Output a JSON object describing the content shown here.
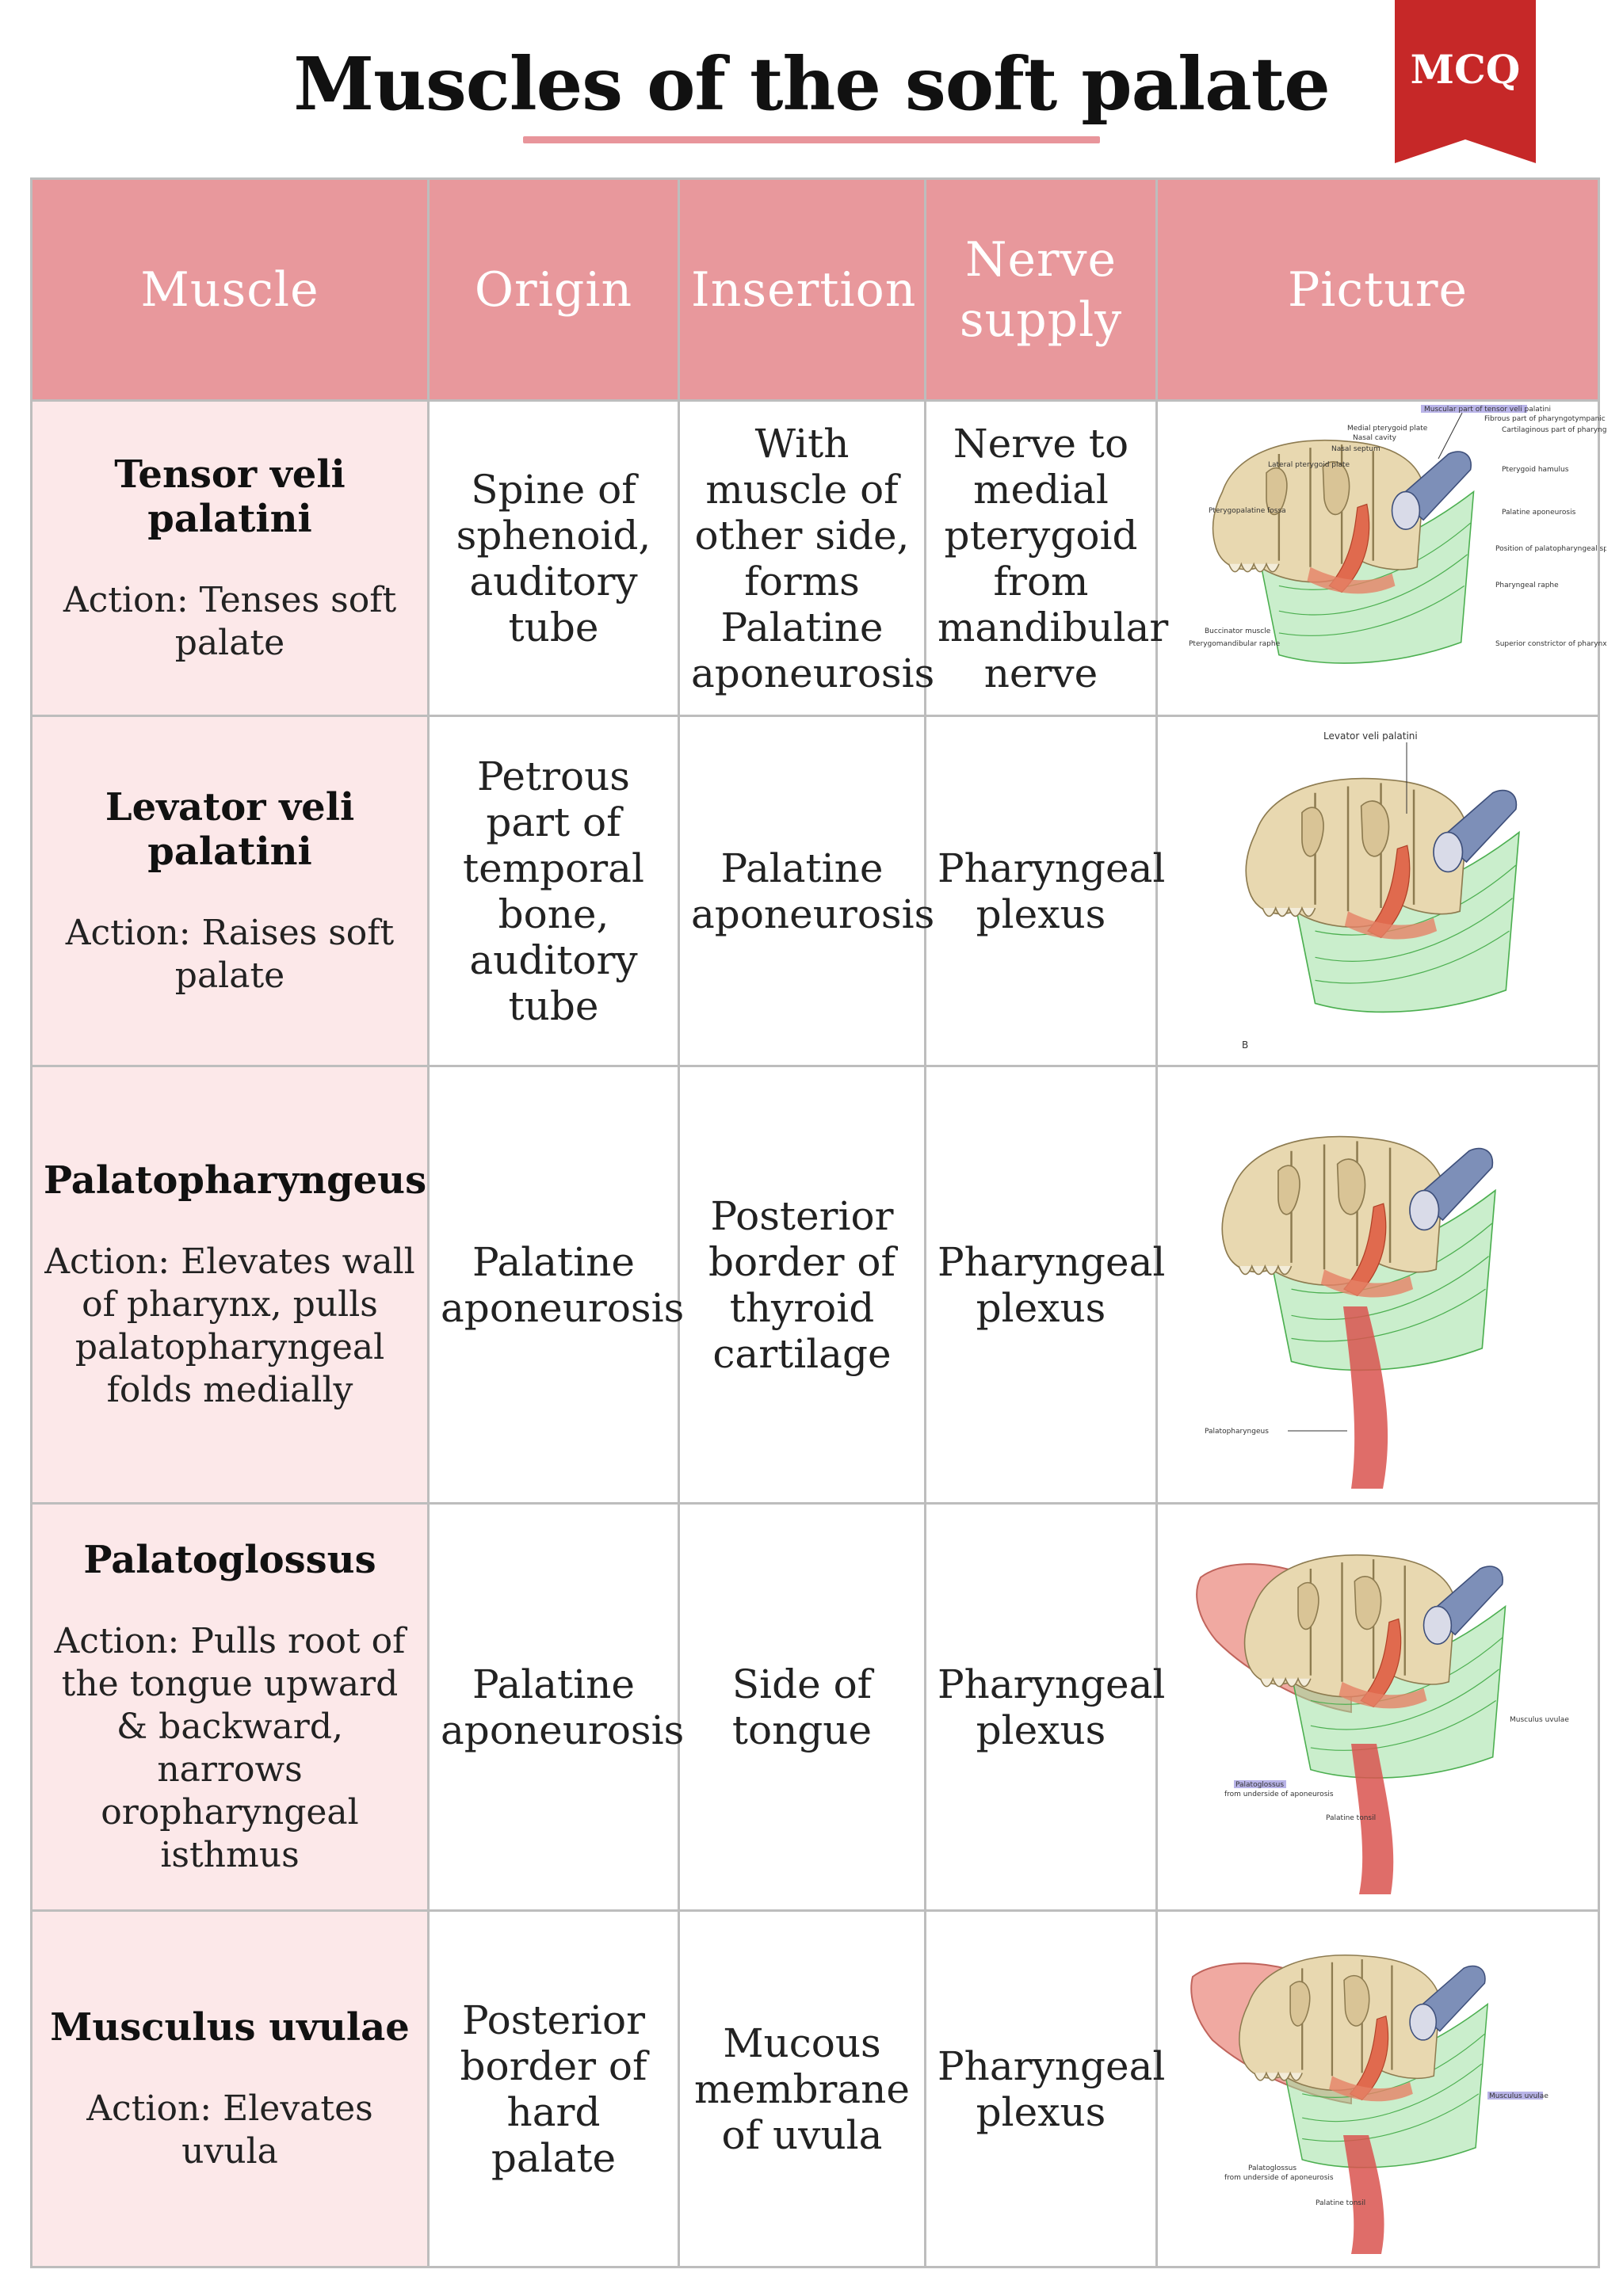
{
  "title": "Muscles of the soft palate",
  "badge": "MCQ",
  "headers": {
    "muscle": "Muscle",
    "origin": "Origin",
    "insertion": "Insertion",
    "nerve_line1": "Nerve",
    "nerve_line2": "supply",
    "picture": "Picture"
  },
  "rows": [
    {
      "name": "Tensor veli palatini",
      "action": "Action: Tenses soft palate",
      "origin": "Spine of sphenoid, auditory tube",
      "insertion": "With muscle of other side, forms Palatine aponeurosis",
      "nerve": "Nerve to medial pterygoid from mandibular nerve",
      "picture_labels": {
        "top": "Muscular part of tensor veli palatini",
        "l1": "Medial pterygoid plate",
        "l2": "Nasal cavity",
        "l3": "Nasal septum",
        "l4": "Lateral pterygoid plate",
        "l5": "Pterygopalatine fossa",
        "l6": "Buccinator muscle",
        "l7": "Pterygomandibular raphe",
        "r1": "Fibrous part of pharyngotympanic tube",
        "r2": "Cartilaginous part of pharyngotympanic tube",
        "r3": "Pterygoid hamulus",
        "r4": "Palatine aponeurosis",
        "r5": "Position of palatopharyngeal sphincter",
        "r6": "Pharyngeal raphe",
        "r7": "Superior constrictor of pharynx"
      }
    },
    {
      "name": "Levator veli palatini",
      "action": "Action: Raises soft palate",
      "origin": "Petrous part of temporal bone, auditory tube",
      "insertion": "Palatine aponeurosis",
      "nerve": "Pharyngeal plexus",
      "picture_labels": {
        "top": "Levator veli palatini",
        "corner": "B"
      }
    },
    {
      "name": "Palatopharyngeus",
      "action": "Action: Elevates wall of pharynx, pulls palatopharyngeal folds medially",
      "origin": "Palatine aponeurosis",
      "insertion": "Posterior border of thyroid cartilage",
      "nerve": "Pharyngeal plexus",
      "picture_labels": {
        "bottom": "Palatopharyngeus"
      }
    },
    {
      "name": "Palatoglossus",
      "action": "Action: Pulls root of the tongue upward & backward, narrows oropharyngeal isthmus",
      "origin": "Palatine aponeurosis",
      "insertion": "Side of tongue",
      "nerve": "Pharyngeal plexus",
      "picture_labels": {
        "right": "Musculus uvulae",
        "b1": "Palatoglossus",
        "b2": "from underside of aponeurosis",
        "b3": "Palatine tonsil"
      }
    },
    {
      "name": "Musculus uvulae",
      "action": "Action: Elevates uvula",
      "origin": "Posterior border of hard palate",
      "insertion": "Mucous membrane of uvula",
      "nerve": "Pharyngeal plexus",
      "picture_labels": {
        "right": "Musculus uvulae",
        "b1": "Palatoglossus",
        "b2": "from underside of aponeurosis",
        "b3": "Palatine tonsil"
      }
    }
  ],
  "colors": {
    "header_bg": "#e8989c",
    "muscle_cell_bg": "#fce8e9",
    "title_underline": "#e8959b",
    "badge_red": "#c62828"
  }
}
